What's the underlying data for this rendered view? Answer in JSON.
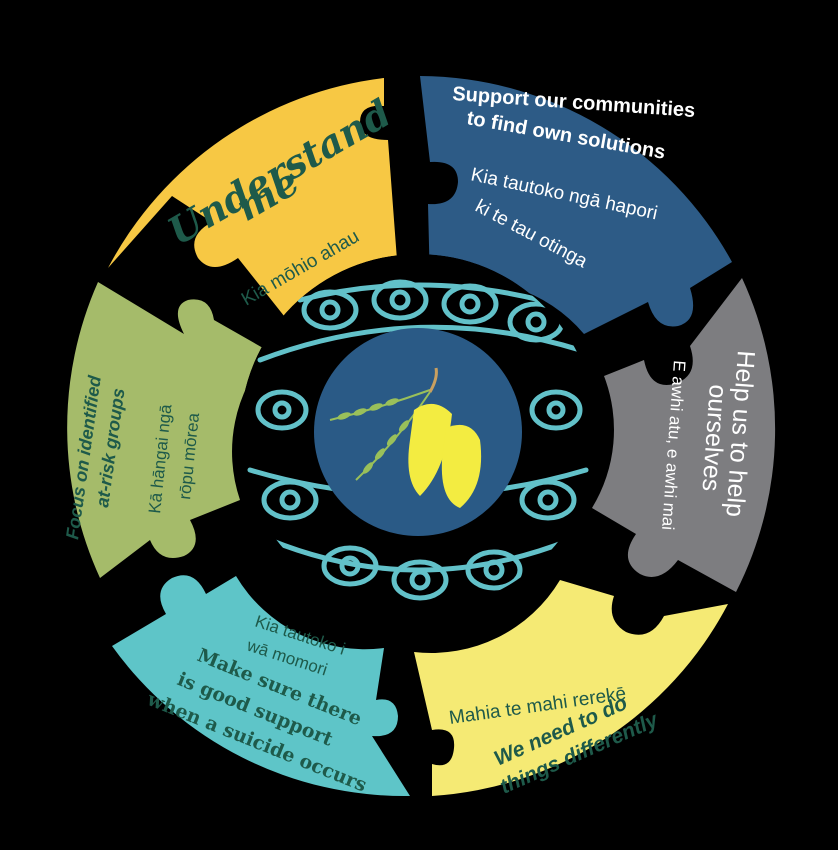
{
  "colors": {
    "background": "#000000",
    "segment_yellow": "#f7c844",
    "segment_blue": "#2d5b86",
    "segment_grey": "#7d7d80",
    "segment_light_yellow": "#f5ea74",
    "segment_teal": "#5ec5c8",
    "segment_green": "#a5bb6a",
    "core_pattern": "#62c1c9",
    "core_center": "#2a5a86",
    "flower": "#f3ec41",
    "text_dark_green": "#1e5a4a",
    "text_white": "#ffffff"
  },
  "segments": {
    "understand": {
      "title_line1": "Understand",
      "title_line2": "me",
      "subtitle": "Kia mōhio ahau"
    },
    "communities": {
      "title_line1": "Support our communities",
      "title_line2": "to find own solutions",
      "subtitle_line1": "Kia tautoko ngā hapori",
      "subtitle_line2": "ki te tau otinga"
    },
    "help": {
      "title_line1": "Help us to help",
      "title_line2": "ourselves",
      "subtitle": "E awhi atu, e awhi mai"
    },
    "differently": {
      "subtitle": "Mahia te mahi rerekē",
      "title_line1": "We need to do",
      "title_line2": "things differently"
    },
    "suicide": {
      "subtitle_line1": "Kia tautoko i",
      "subtitle_line2": "wā momori",
      "title_line1": "Make sure there",
      "title_line2": "is good support",
      "title_line3": "when a suicide occurs"
    },
    "atrisk": {
      "title_line1": "Focus on identified",
      "title_line2": "at-risk groups",
      "subtitle_line1": "Kā hāngai ngā",
      "subtitle_line2": "rōpu mōrea"
    }
  },
  "center": {
    "icon": "kowhai-flower-icon",
    "pattern": "koru-pattern"
  }
}
